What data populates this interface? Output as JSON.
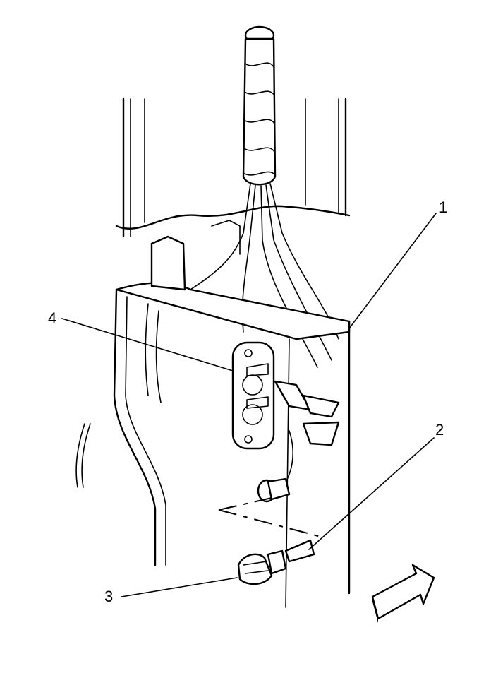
{
  "callouts": [
    {
      "id": "1",
      "label": "1"
    },
    {
      "id": "2",
      "label": "2"
    },
    {
      "id": "3",
      "label": "3"
    },
    {
      "id": "4",
      "label": "4"
    }
  ],
  "icons": [
    "wire-harness-icon",
    "switch-bracket-icon",
    "switch-connector-icon",
    "bulb-socket-icon",
    "direction-arrow-icon"
  ],
  "colors": {
    "line": "#000000",
    "background": "#ffffff"
  }
}
